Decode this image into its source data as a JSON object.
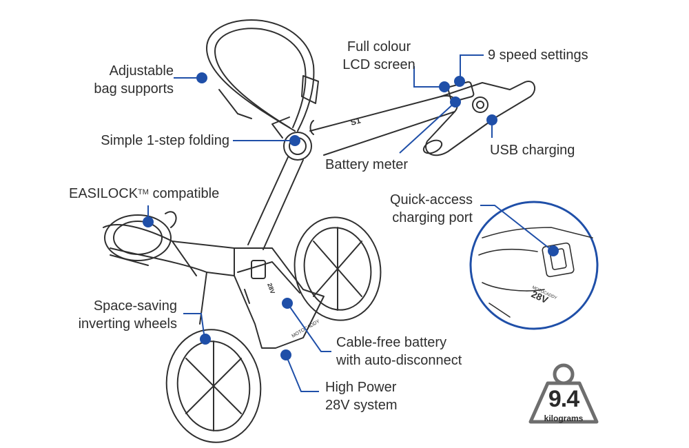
{
  "colors": {
    "accent": "#1f4fa8",
    "line": "#2f2f2f",
    "text": "#2e2e2e"
  },
  "labels": {
    "bag_supports": [
      "Adjustable",
      "bag supports"
    ],
    "folding": "Simple 1-step folding",
    "easilock_prefix": "EASILOCK",
    "easilock_tm": "TM",
    "easilock_suffix": " compatible",
    "space_saving": [
      "Space-saving",
      "inverting wheels"
    ],
    "lcd": [
      "Full colour",
      "LCD screen"
    ],
    "speed": "9 speed settings",
    "usb": "USB charging",
    "battery_meter": "Battery meter",
    "quick_access": [
      "Quick-access",
      "charging port"
    ],
    "cable_free": [
      "Cable-free battery",
      "with auto-disconnect"
    ],
    "high_power": [
      "High Power",
      "28V system"
    ]
  },
  "product_marks": {
    "handle_logo": "S1",
    "battery_voltage": "28V",
    "brand": "MOTOCADDY"
  },
  "weight": {
    "value": "9.4",
    "unit": "kilograms"
  }
}
